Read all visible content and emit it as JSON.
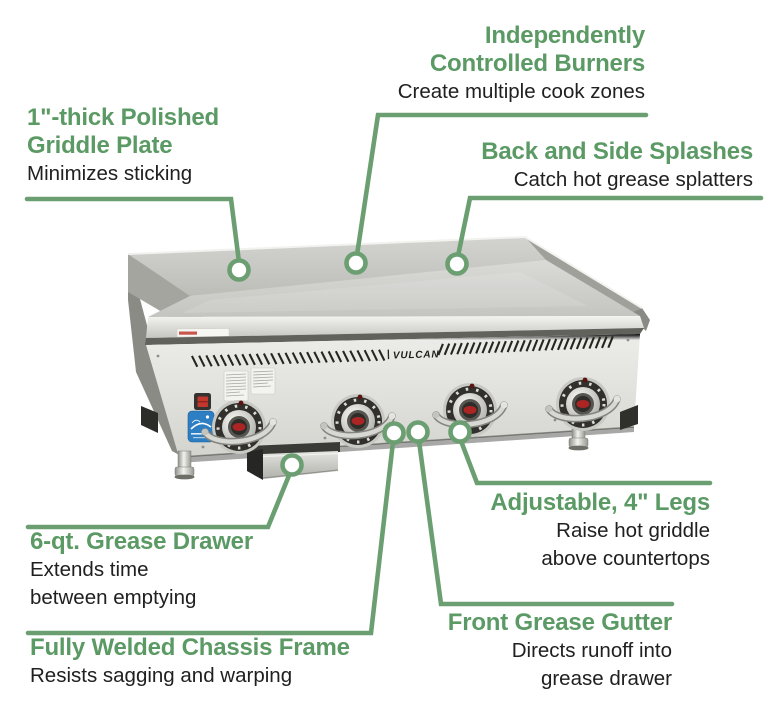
{
  "page": {
    "background": "#ffffff"
  },
  "colors": {
    "callout_title_green": "#5b9a64",
    "connector_green": "#6b9f72",
    "body_text": "#202020",
    "energy_star_blue": "#2d7ec2",
    "switch_red": "#c2372e"
  },
  "brand": {
    "label": "VULCAN"
  },
  "callouts": [
    {
      "id": "griddle-plate",
      "title_lines": [
        "1\"-thick Polished",
        "Griddle Plate"
      ],
      "desc_lines": [
        "Minimizes sticking"
      ]
    },
    {
      "id": "burners",
      "title_lines": [
        "Independently",
        "Controlled Burners"
      ],
      "desc_lines": [
        "Create multiple cook zones"
      ]
    },
    {
      "id": "splashes",
      "title_lines": [
        "Back and Side Splashes"
      ],
      "desc_lines": [
        "Catch hot grease splatters"
      ]
    },
    {
      "id": "legs",
      "title_lines": [
        "Adjustable, 4\" Legs"
      ],
      "desc_lines": [
        "Raise hot griddle",
        "above countertops"
      ]
    },
    {
      "id": "drawer",
      "title_lines": [
        "6-qt. Grease Drawer"
      ],
      "desc_lines": [
        "Extends time",
        "between emptying"
      ]
    },
    {
      "id": "chassis",
      "title_lines": [
        "Fully Welded Chassis Frame"
      ],
      "desc_lines": [
        "Resists sagging and warping"
      ]
    },
    {
      "id": "gutter",
      "title_lines": [
        "Front Grease Gutter"
      ],
      "desc_lines": [
        "Directs runoff into",
        "grease drawer"
      ]
    }
  ]
}
